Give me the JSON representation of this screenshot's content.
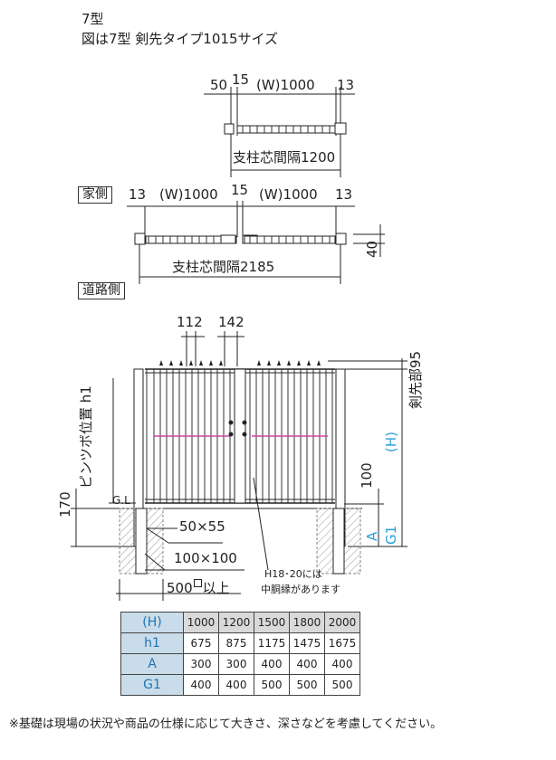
{
  "header": {
    "model": "7型",
    "description": "図は7型 剣先タイプ1015サイズ"
  },
  "single_plan": {
    "dim_50": "50",
    "dim_15": "15",
    "dim_w": "(W)1000",
    "dim_13": "13",
    "post_pitch": "支柱芯間隔1200"
  },
  "double_plan": {
    "house_side": "家側",
    "road_side": "道路側",
    "dim_13_left": "13",
    "dim_w_left": "(W)1000",
    "dim_15": "15",
    "dim_w_right": "(W)1000",
    "dim_13_right": "13",
    "dim_40": "40",
    "post_pitch": "支柱芯間隔2185"
  },
  "elevation": {
    "dim_112": "112",
    "dim_142": "142",
    "spear_part": "剣先部95",
    "h_label": "(H)",
    "hinge_pos": "ピンツボ位置 h1",
    "dim_100_right": "100",
    "a_label": "A",
    "g1_label": "G1",
    "gl_label": "G.L",
    "dim_170": "170",
    "post_50x55": "50×55",
    "post_100x100": "100×100",
    "dim_500_prefix": "500",
    "dim_500_suffix": "以上",
    "note_line1": "H18･20には",
    "note_line2": "中胴縁があります"
  },
  "spec_table": {
    "rows": [
      {
        "label": "(H)",
        "values": [
          "1000",
          "1200",
          "1500",
          "1800",
          "2000"
        ]
      },
      {
        "label": "h1",
        "values": [
          "675",
          "875",
          "1175",
          "1475",
          "1675"
        ]
      },
      {
        "label": "A",
        "values": [
          "300",
          "300",
          "400",
          "400",
          "400"
        ]
      },
      {
        "label": "G1",
        "values": [
          "400",
          "400",
          "500",
          "500",
          "500"
        ]
      }
    ]
  },
  "footnote": "※基礎は現場の状況や商品の仕様に応じて大きさ、深さなどを考慮してください。",
  "colors": {
    "line": "#222222",
    "accent_blue": "#2aa0d8",
    "table_header_bg": "#c9dce9",
    "table_top_bg": "#d9d9d9",
    "rail_magenta": "#d040a0"
  }
}
